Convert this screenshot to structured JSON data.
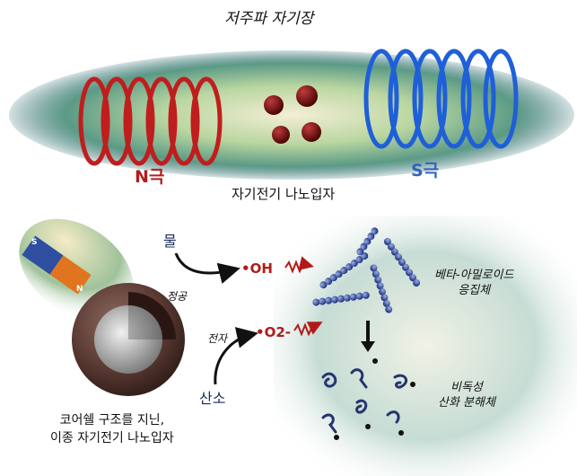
{
  "title": "저주파 자기장",
  "top_panel": {
    "pole_n": "N극",
    "pole_s": "S극",
    "nanoparticles": "자기전기 나노입자"
  },
  "bottom_panel": {
    "water": "물",
    "oxygen": "산소",
    "hole": "정공",
    "electron": "전자",
    "hydroxyl_radical": "•OH",
    "superoxide": "•O2-",
    "beta_amyloid": "베타-아밀로이드\n응집체",
    "nontoxic": "비독성\n산화 분해체",
    "core_shell_line1": "코어쉘 구조를 지닌,",
    "core_shell_line2": "이종 자기전기 나노입자",
    "magnet_s": "S",
    "magnet_n": "N"
  },
  "colors": {
    "n_coil": "#c01e1e",
    "s_coil": "#1f5fd8",
    "radical_text": "#b21a1a",
    "molecule_text": "#1b2b5a"
  }
}
